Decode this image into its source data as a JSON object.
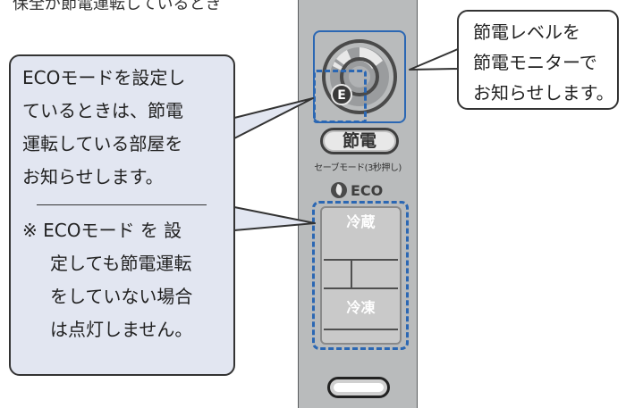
{
  "caption": "保全が節電運転しているとき",
  "callout_right": {
    "lines": [
      "節電レベルを",
      "節電モニターで",
      "お知らせします。"
    ]
  },
  "callout_left": {
    "lines": [
      "ECOモードを設定し",
      "ているときは、節電",
      "運転している部屋を",
      "お知らせします。"
    ],
    "divider": "————————",
    "note_lines": [
      "※ ECOモード を 設",
      "定しても節電運転",
      "をしていない場合",
      "は点灯しません。"
    ]
  },
  "panel": {
    "meter_eco_letter": "E",
    "button_label": "節電",
    "save_mode_label": "セーブモード(3秒押し)",
    "eco_label": "ECO",
    "room_top": "冷蔵",
    "room_bottom": "冷凍"
  },
  "colors": {
    "highlight": "#2b67b3",
    "panel": "#b9bbbc",
    "callout_fill": "#e2e6f1"
  }
}
